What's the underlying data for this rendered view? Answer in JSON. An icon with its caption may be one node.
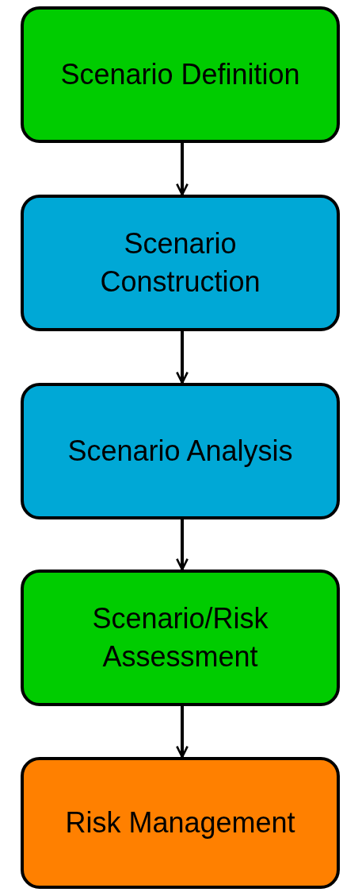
{
  "diagram": {
    "nodes": [
      {
        "text": [
          "Scenario Definition"
        ]
      },
      {
        "text": [
          "Scenario Construction"
        ]
      },
      {
        "text": [
          "Scenario Analysis"
        ]
      },
      {
        "text": [
          "Scenario/Risk Assessment"
        ]
      },
      {
        "text": [
          "Risk Management"
        ]
      }
    ],
    "edges": [
      {
        "from": 0,
        "to": 1,
        "arrow": "to"
      },
      {
        "from": 1,
        "to": 2,
        "arrow": "to"
      },
      {
        "from": 2,
        "to": 3,
        "arrow": "to"
      },
      {
        "from": 3,
        "to": 4,
        "arrow": "to"
      }
    ]
  }
}
